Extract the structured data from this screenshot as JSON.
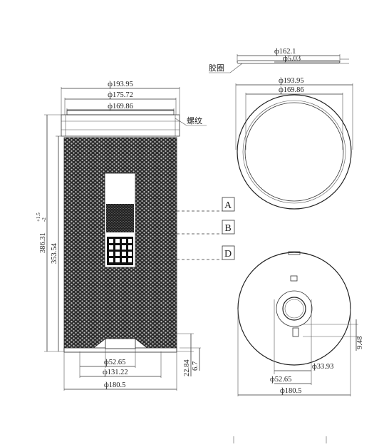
{
  "side_view": {
    "dia_top_outer": "ф193.95",
    "dia_top_mid": "ф175.72",
    "dia_top_inner": "ф169.86",
    "thread_label": "螺纹",
    "overall_height": "386.31",
    "overall_height_tol_upper": "+1.5",
    "overall_height_tol_lower": "-2",
    "body_height": "353.54",
    "bottom_height_a": "22.84",
    "bottom_height_b": "6.7",
    "dia_bottom_inner": "ф52.65",
    "dia_bottom_mid": "ф131.22",
    "dia_bottom_outer": "ф180.5"
  },
  "gasket": {
    "label": "胶圈",
    "dia_outer": "ф162.1",
    "dia_section": "ф5.03"
  },
  "top_view": {
    "dia_outer": "ф193.95",
    "dia_inner": "ф169.86"
  },
  "bottom_view": {
    "dia_hole": "ф33.93",
    "dia_boss": "ф52.65",
    "dia_outer": "ф180.5",
    "offset": "9.48"
  },
  "detail_markers": [
    "A",
    "B",
    "D"
  ],
  "colors": {
    "line": "#333333",
    "mesh_dark": "#2a2a2a",
    "mesh_hole": "#bcbcbc"
  }
}
